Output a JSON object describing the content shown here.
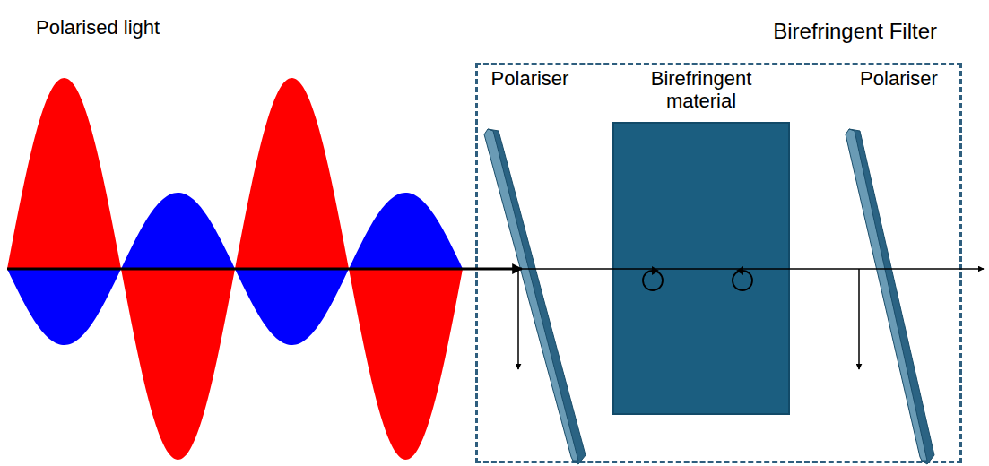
{
  "diagram": {
    "nodes": [
      {
        "text": [
          "Birefringent Filter"
        ]
      },
      {
        "text": [
          "Polariser"
        ],
        "in": 0
      },
      {
        "text": [
          "Birefringent material"
        ],
        "in": 0
      },
      {
        "text": [
          "Polariser"
        ],
        "in": 0
      }
    ],
    "labels": [
      "Polarised light"
    ]
  }
}
